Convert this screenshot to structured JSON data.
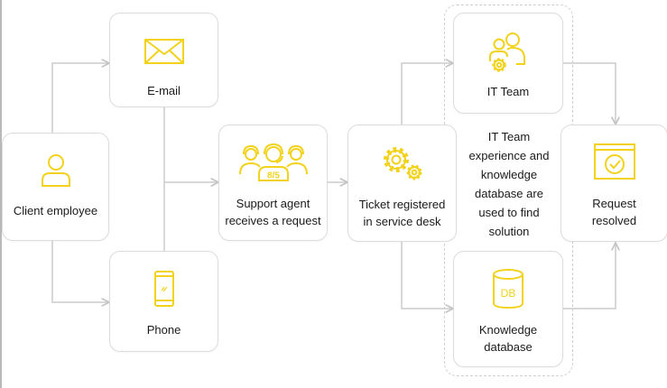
{
  "accent_color": "#f2d21b",
  "line_color": "#cccccc",
  "nodes": {
    "client": {
      "label": "Client employee",
      "icon": "user-icon"
    },
    "email": {
      "label": "E-mail",
      "icon": "envelope-icon"
    },
    "phone": {
      "label": "Phone",
      "icon": "smartphone-icon"
    },
    "agent": {
      "label_line1": "Support agent",
      "label_line2": "receives a request",
      "icon": "support-team-icon",
      "badge": "8/5"
    },
    "ticket": {
      "label_line1": "Ticket registered",
      "label_line2": "in service desk",
      "icon": "gears-icon"
    },
    "it_team": {
      "label": "IT Team",
      "icon": "team-gear-icon"
    },
    "kb": {
      "label_line1": "Knowledge",
      "label_line2": "database",
      "icon": "database-icon",
      "badge": "DB"
    },
    "resolved": {
      "label_line1": "Request",
      "label_line2": "resolved",
      "icon": "checked-window-icon"
    }
  },
  "note": {
    "lines": [
      "IT Team",
      "experience and",
      "knowledge",
      "database are",
      "used to find",
      "solution"
    ]
  }
}
